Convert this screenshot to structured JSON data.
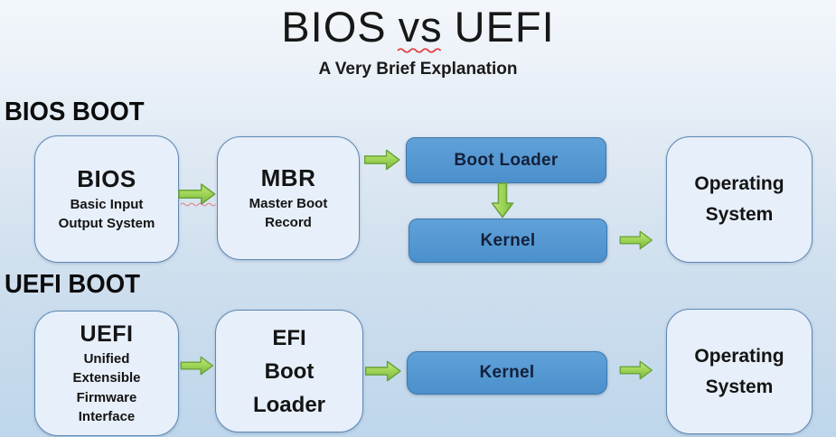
{
  "header": {
    "title_pre": "BIOS",
    "title_mid": "vs",
    "title_post": "UEFI",
    "subtitle": "A Very Brief Explanation"
  },
  "bios_section": {
    "heading": "BIOS BOOT",
    "bios": {
      "title": "BIOS",
      "lines": [
        "Basic Input",
        "Output System"
      ]
    },
    "mbr": {
      "title": "MBR",
      "lines": [
        "Master Boot",
        "Record"
      ]
    },
    "boot_loader": {
      "label": "Boot Loader"
    },
    "kernel": {
      "label": "Kernel"
    },
    "os": {
      "lines": [
        "Operating",
        "System"
      ]
    }
  },
  "uefi_section": {
    "heading": "UEFI BOOT",
    "uefi": {
      "title": "UEFI",
      "lines": [
        "Unified",
        "Extensible",
        "Firmware",
        "Interface"
      ]
    },
    "efi": {
      "lines": [
        "EFI",
        "Boot",
        "Loader"
      ]
    },
    "kernel": {
      "label": "Kernel"
    },
    "os": {
      "lines": [
        "Operating",
        "System"
      ]
    }
  },
  "colors": {
    "background_top": "#f3f7fb",
    "background_bottom": "#bed6eb",
    "light_box_fill": "#e7effa",
    "light_box_border": "#5d88b5",
    "dark_box_fill": "#4b90cc",
    "dark_box_border": "#3f77ab",
    "arrow_green": "#9ed455",
    "arrow_green_border": "#69a33c",
    "spellcheck_red": "#e23b3b",
    "text_dark": "#141414"
  }
}
